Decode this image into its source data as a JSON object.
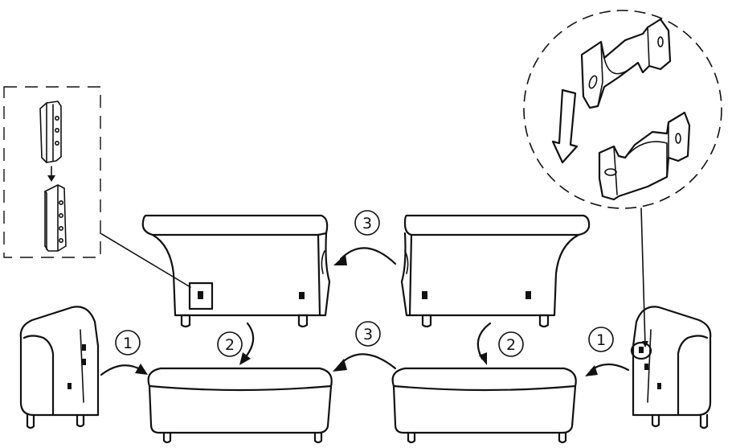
{
  "step_markers": [
    {
      "label": "1"
    },
    {
      "label": "1"
    },
    {
      "label": "2"
    },
    {
      "label": "2"
    },
    {
      "label": "3"
    },
    {
      "label": "3"
    }
  ]
}
